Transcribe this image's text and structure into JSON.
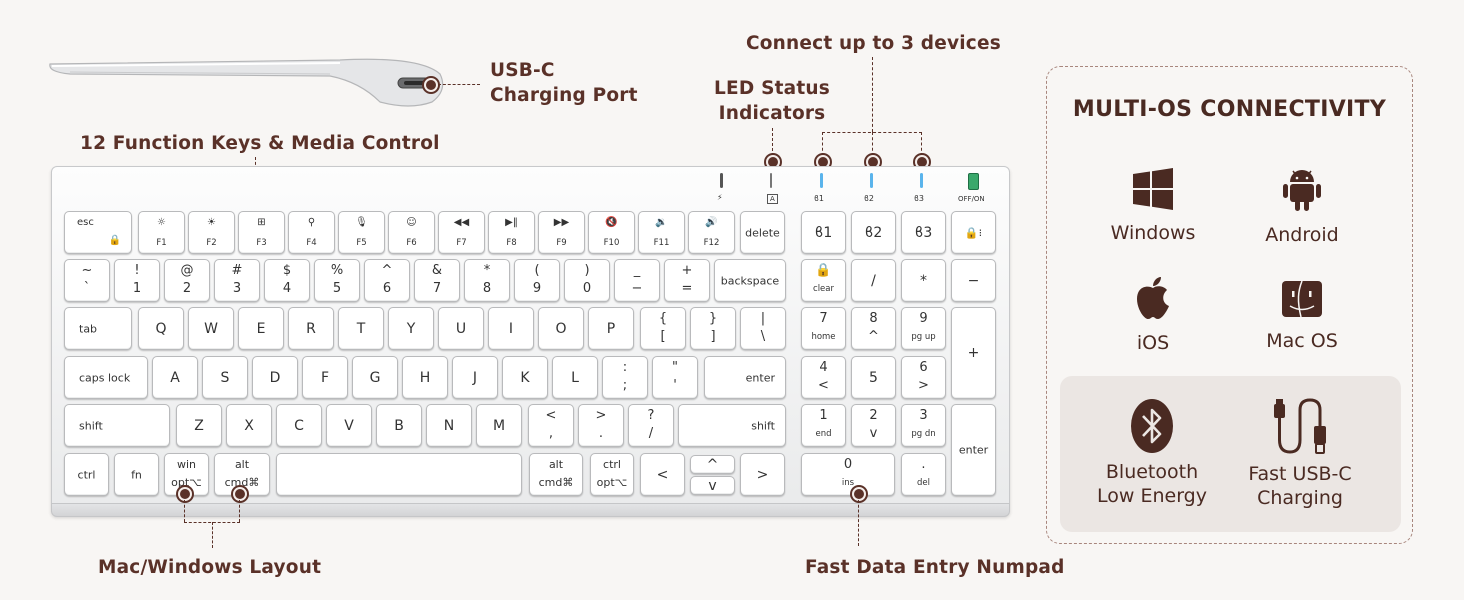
{
  "callouts": {
    "usb_c_port_line1": "USB-C",
    "usb_c_port_line2": "Charging Port",
    "function_keys": "12 Function Keys & Media Control",
    "led_status_line1": "LED Status",
    "led_status_line2": "Indicators",
    "connect_devices": "Connect up to 3 devices",
    "layout": "Mac/Windows Layout",
    "numpad": "Fast Data Entry Numpad"
  },
  "indicators": {
    "power": "⚡",
    "caps": "A",
    "bt1": "ϐ1",
    "bt2": "ϐ2",
    "bt3": "ϐ3",
    "switch": "OFF/ON"
  },
  "keys": {
    "row_fn": [
      {
        "id": "esc",
        "top": "esc",
        "bottom": "🔒"
      },
      {
        "id": "f1",
        "top": "☼",
        "bottom": "F1"
      },
      {
        "id": "f2",
        "top": "☀",
        "bottom": "F2"
      },
      {
        "id": "f3",
        "top": "⊞",
        "bottom": "F3"
      },
      {
        "id": "f4",
        "top": "⚲",
        "bottom": "F4"
      },
      {
        "id": "f5",
        "top": "🎙",
        "bottom": "F5"
      },
      {
        "id": "f6",
        "top": "☺",
        "bottom": "F6"
      },
      {
        "id": "f7",
        "top": "◀◀",
        "bottom": "F7"
      },
      {
        "id": "f8",
        "top": "▶‖",
        "bottom": "F8"
      },
      {
        "id": "f9",
        "top": "▶▶",
        "bottom": "F9"
      },
      {
        "id": "f10",
        "top": "🔇",
        "bottom": "F10"
      },
      {
        "id": "f11",
        "top": "🔉",
        "bottom": "F11"
      },
      {
        "id": "f12",
        "top": "🔊",
        "bottom": "F12"
      },
      {
        "id": "delete",
        "mid": "delete"
      },
      {
        "id": "bt1",
        "mid": "ϐ1"
      },
      {
        "id": "bt2",
        "mid": "ϐ2"
      },
      {
        "id": "bt3",
        "mid": "ϐ3"
      },
      {
        "id": "lock",
        "mid": "🔒⁝"
      }
    ],
    "row_num": [
      {
        "id": "tilde",
        "top": "~",
        "bottom": "`"
      },
      {
        "id": "1",
        "top": "!",
        "bottom": "1"
      },
      {
        "id": "2",
        "top": "@",
        "bottom": "2"
      },
      {
        "id": "3",
        "top": "#",
        "bottom": "3"
      },
      {
        "id": "4",
        "top": "$",
        "bottom": "4"
      },
      {
        "id": "5",
        "top": "%",
        "bottom": "5"
      },
      {
        "id": "6",
        "top": "^",
        "bottom": "6"
      },
      {
        "id": "7",
        "top": "&",
        "bottom": "7"
      },
      {
        "id": "8",
        "top": "*",
        "bottom": "8"
      },
      {
        "id": "9",
        "top": "(",
        "bottom": "9"
      },
      {
        "id": "0",
        "top": ")",
        "bottom": "0"
      },
      {
        "id": "minus",
        "top": "_",
        "bottom": "−"
      },
      {
        "id": "plus",
        "top": "+",
        "bottom": "="
      },
      {
        "id": "backspace",
        "mid": "backspace"
      },
      {
        "id": "clear",
        "top": "🔒",
        "bottom": "clear"
      },
      {
        "id": "np_div",
        "mid": "/"
      },
      {
        "id": "np_mul",
        "mid": "*"
      },
      {
        "id": "np_minus",
        "mid": "−"
      }
    ],
    "row_q": [
      {
        "id": "tab",
        "left": "tab"
      },
      {
        "id": "q",
        "mid": "Q"
      },
      {
        "id": "w",
        "mid": "W"
      },
      {
        "id": "e",
        "mid": "E"
      },
      {
        "id": "r",
        "mid": "R"
      },
      {
        "id": "t",
        "mid": "T"
      },
      {
        "id": "y",
        "mid": "Y"
      },
      {
        "id": "u",
        "mid": "U"
      },
      {
        "id": "i",
        "mid": "I"
      },
      {
        "id": "o",
        "mid": "O"
      },
      {
        "id": "p",
        "mid": "P"
      },
      {
        "id": "lbrace",
        "top": "{",
        "bottom": "["
      },
      {
        "id": "rbrace",
        "top": "}",
        "bottom": "]"
      },
      {
        "id": "pipe",
        "top": "|",
        "bottom": "\\"
      },
      {
        "id": "np7",
        "top": "7",
        "bottom": "home"
      },
      {
        "id": "np8",
        "top": "8",
        "bottom": "^"
      },
      {
        "id": "np9",
        "top": "9",
        "bottom": "pg up"
      },
      {
        "id": "np_plus",
        "mid": "+"
      }
    ],
    "row_a": [
      {
        "id": "caps",
        "left": "caps lock"
      },
      {
        "id": "a",
        "mid": "A"
      },
      {
        "id": "s",
        "mid": "S"
      },
      {
        "id": "d",
        "mid": "D"
      },
      {
        "id": "f",
        "mid": "F"
      },
      {
        "id": "g",
        "mid": "G"
      },
      {
        "id": "h",
        "mid": "H"
      },
      {
        "id": "j",
        "mid": "J"
      },
      {
        "id": "k",
        "mid": "K"
      },
      {
        "id": "l",
        "mid": "L"
      },
      {
        "id": "semi",
        "top": ":",
        "bottom": ";"
      },
      {
        "id": "quote",
        "top": "\"",
        "bottom": "'"
      },
      {
        "id": "enter",
        "right": "enter"
      },
      {
        "id": "np4",
        "top": "4",
        "bottom": "<"
      },
      {
        "id": "np5",
        "mid": "5"
      },
      {
        "id": "np6",
        "top": "6",
        "bottom": ">"
      }
    ],
    "row_z": [
      {
        "id": "lshift",
        "left": "shift"
      },
      {
        "id": "z",
        "mid": "Z"
      },
      {
        "id": "x",
        "mid": "X"
      },
      {
        "id": "c",
        "mid": "C"
      },
      {
        "id": "v",
        "mid": "V"
      },
      {
        "id": "b",
        "mid": "B"
      },
      {
        "id": "n",
        "mid": "N"
      },
      {
        "id": "m",
        "mid": "M"
      },
      {
        "id": "comma",
        "top": "<",
        "bottom": ","
      },
      {
        "id": "period",
        "top": ">",
        "bottom": "."
      },
      {
        "id": "slash",
        "top": "?",
        "bottom": "/"
      },
      {
        "id": "rshift",
        "right": "shift"
      },
      {
        "id": "np1",
        "top": "1",
        "bottom": "end"
      },
      {
        "id": "np2",
        "top": "2",
        "bottom": "v"
      },
      {
        "id": "np3",
        "top": "3",
        "bottom": "pg dn"
      },
      {
        "id": "np_enter",
        "mid": "enter"
      }
    ],
    "row_space": [
      {
        "id": "ctrl",
        "mid": "ctrl"
      },
      {
        "id": "fn",
        "mid": "fn"
      },
      {
        "id": "win",
        "top": "win",
        "bottom": "opt⌥"
      },
      {
        "id": "alt",
        "top": "alt",
        "bottom": "cmd⌘"
      },
      {
        "id": "space",
        "mid": ""
      },
      {
        "id": "ralt",
        "top": "alt",
        "bottom": "cmd⌘"
      },
      {
        "id": "rctrl",
        "top": "ctrl",
        "bottom": "opt⌥"
      },
      {
        "id": "left",
        "mid": "<"
      },
      {
        "id": "up",
        "mid": "^"
      },
      {
        "id": "down",
        "mid": "v"
      },
      {
        "id": "right",
        "mid": ">"
      },
      {
        "id": "np0",
        "top": "0",
        "bottom": "ins"
      },
      {
        "id": "np_dot",
        "top": ".",
        "bottom": "del"
      }
    ]
  },
  "panel": {
    "title": "MULTI-OS CONNECTIVITY",
    "os": [
      {
        "icon": "windows-icon",
        "label": "Windows"
      },
      {
        "icon": "android-icon",
        "label": "Android"
      },
      {
        "icon": "apple-icon",
        "label": "iOS"
      },
      {
        "icon": "finder-icon",
        "label": "Mac OS"
      }
    ],
    "features": [
      {
        "icon": "bluetooth-icon",
        "line1": "Bluetooth",
        "line2": "Low Energy"
      },
      {
        "icon": "usb-cable-icon",
        "line1": "Fast USB-C",
        "line2": "Charging"
      }
    ]
  },
  "colors": {
    "accent": "#5a3128",
    "led_blue": "#5ab4ec",
    "led_green": "#3aa86b",
    "panel_bg": "#ebe6e3"
  }
}
